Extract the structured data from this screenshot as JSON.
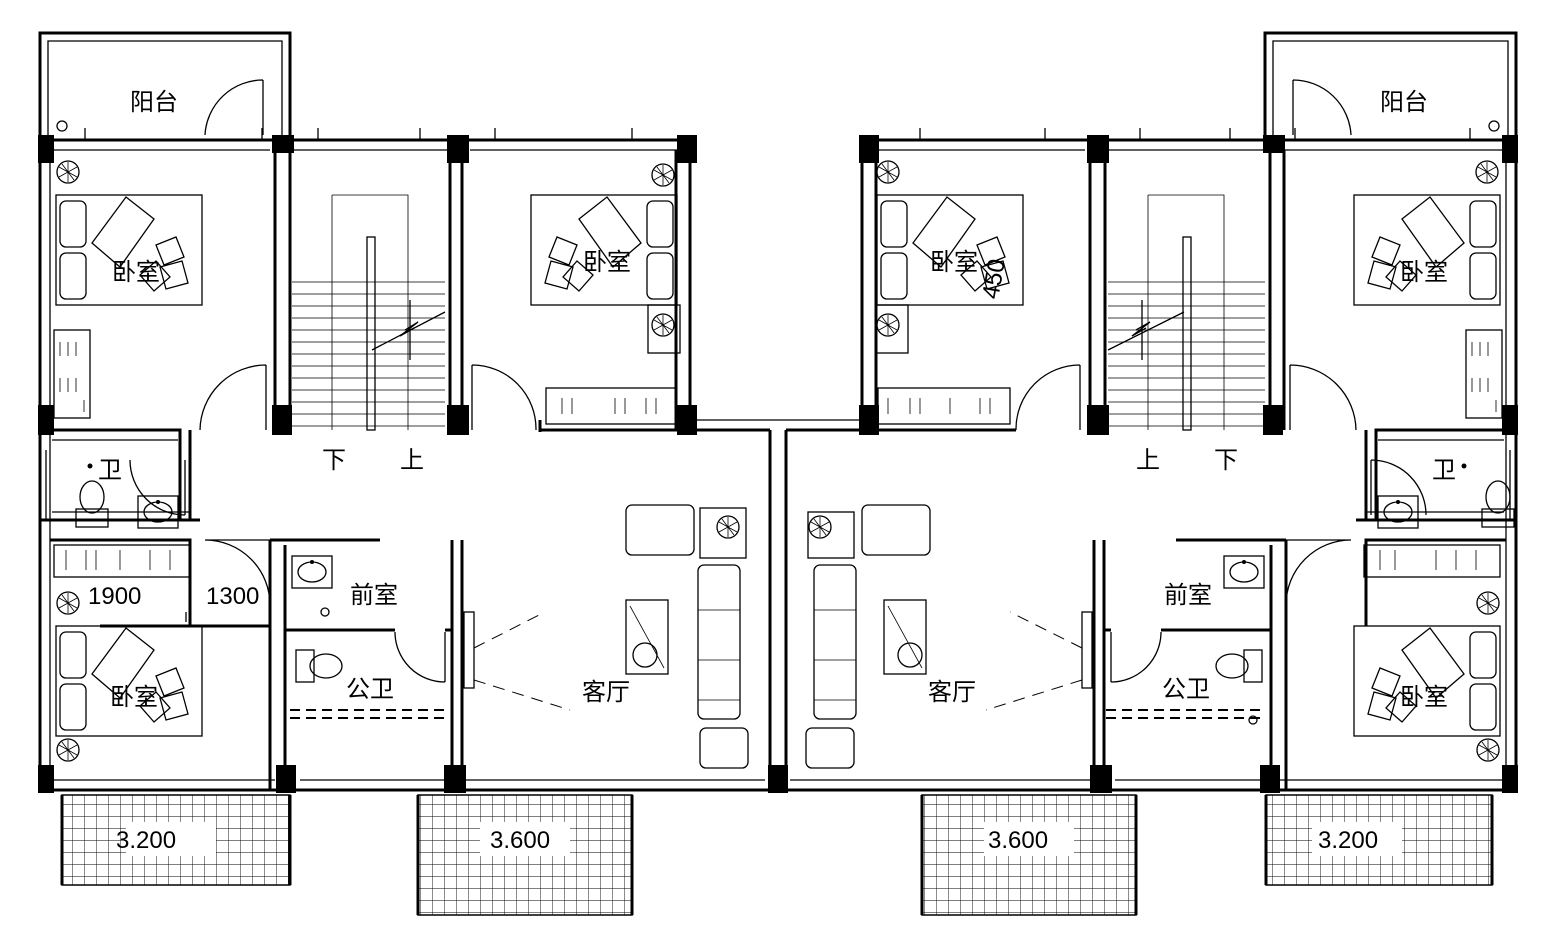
{
  "labels": {
    "balcony": "阳台",
    "bedroom": "卧室",
    "bath": "卫",
    "foyer": "前室",
    "public_bath": "公卫",
    "living": "客厅",
    "stair_down": "下",
    "stair_up": "上"
  },
  "dimensions": {
    "d1900": "1900",
    "d1300": "1300",
    "d450": "450",
    "terrace_left": "3.200",
    "terrace_mid_left": "3.600",
    "terrace_mid_right": "3.600",
    "terrace_right": "3.200"
  }
}
